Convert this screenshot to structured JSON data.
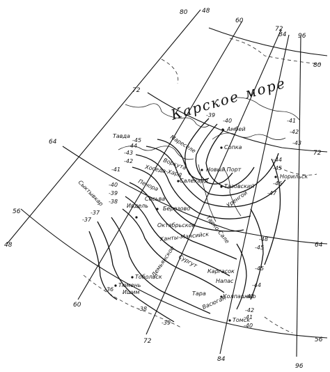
{
  "sea_label": "Карское море",
  "meridians": [
    "80",
    "48",
    "60",
    "72",
    "84",
    "96",
    "60",
    "72",
    "84",
    "96"
  ],
  "parallels": [
    "80",
    "72",
    "64",
    "56",
    "72",
    "64",
    "56",
    "48",
    "80",
    "72",
    "64",
    "56",
    "48"
  ],
  "isoline_values": [
    "-39",
    "-40",
    "-41",
    "-42",
    "-43",
    "-44",
    "-45",
    "-46",
    "-47",
    "-48",
    "-45",
    "-45",
    "-44",
    "-43",
    "-42",
    "-41",
    "-40",
    "-39",
    "-38",
    "-37",
    "-36",
    "-37",
    "-38",
    "-39",
    "-40",
    "-41",
    "-42",
    "-43",
    "-44",
    "-45",
    "-46",
    "-47",
    "-48"
  ],
  "places": [
    "Мареселе",
    "Амбей",
    "Сопка",
    "Воркута",
    "Хоседа-Хард",
    "Сосьва",
    "Ивдель",
    "Березово",
    "Октябрьское",
    "Ханты-Мансийск",
    "Сургут",
    "Тобольск",
    "Тюмень",
    "Ишим",
    "Тара",
    "Васюган",
    "Каргасок",
    "Напас",
    "Колпашево",
    "Томск",
    "Печора",
    "Уренгой",
    "Тазовский",
    "Норильск",
    "Тарко-Сале",
    "Новый Порт",
    "Салехард",
    "Демьянское",
    "Сыктывкар",
    "Тавда"
  ],
  "isoline_label_positions_hint": "numbers shown along isolines"
}
